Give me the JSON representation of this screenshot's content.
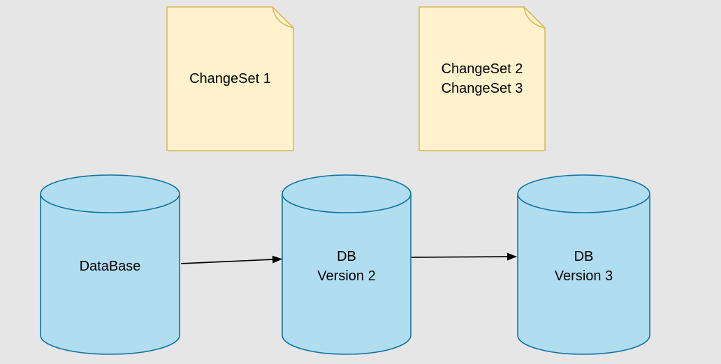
{
  "canvas": {
    "background_color": "#e6e6e6",
    "text_color": "#000000"
  },
  "colors": {
    "note_fill": "#fff2cc",
    "note_stroke": "#d6b656",
    "cylinder_fill": "#b1ddf0",
    "cylinder_stroke": "#10739e",
    "arrow": "#000000"
  },
  "notes": [
    {
      "name": "changeset-1-note",
      "lines": [
        "ChangeSet 1"
      ],
      "fill": "#fff2cc",
      "stroke": "#d6b656"
    },
    {
      "name": "changeset-2-3-note",
      "lines": [
        "ChangeSet 2",
        "ChangeSet 3"
      ],
      "fill": "#fff2cc",
      "stroke": "#d6b656"
    }
  ],
  "databases": [
    {
      "name": "database-cylinder",
      "lines": [
        "DataBase"
      ],
      "fill": "#b1ddf0",
      "stroke": "#10739e"
    },
    {
      "name": "db-version-2-cylinder",
      "lines": [
        "DB",
        "Version 2"
      ],
      "fill": "#b1ddf0",
      "stroke": "#10739e"
    },
    {
      "name": "db-version-3-cylinder",
      "lines": [
        "DB",
        "Version 3"
      ],
      "fill": "#b1ddf0",
      "stroke": "#10739e"
    }
  ],
  "arrows": [
    {
      "name": "arrow-database-to-db-version-2",
      "color": "#000000"
    },
    {
      "name": "arrow-db-version-2-to-db-version-3",
      "color": "#000000"
    }
  ]
}
